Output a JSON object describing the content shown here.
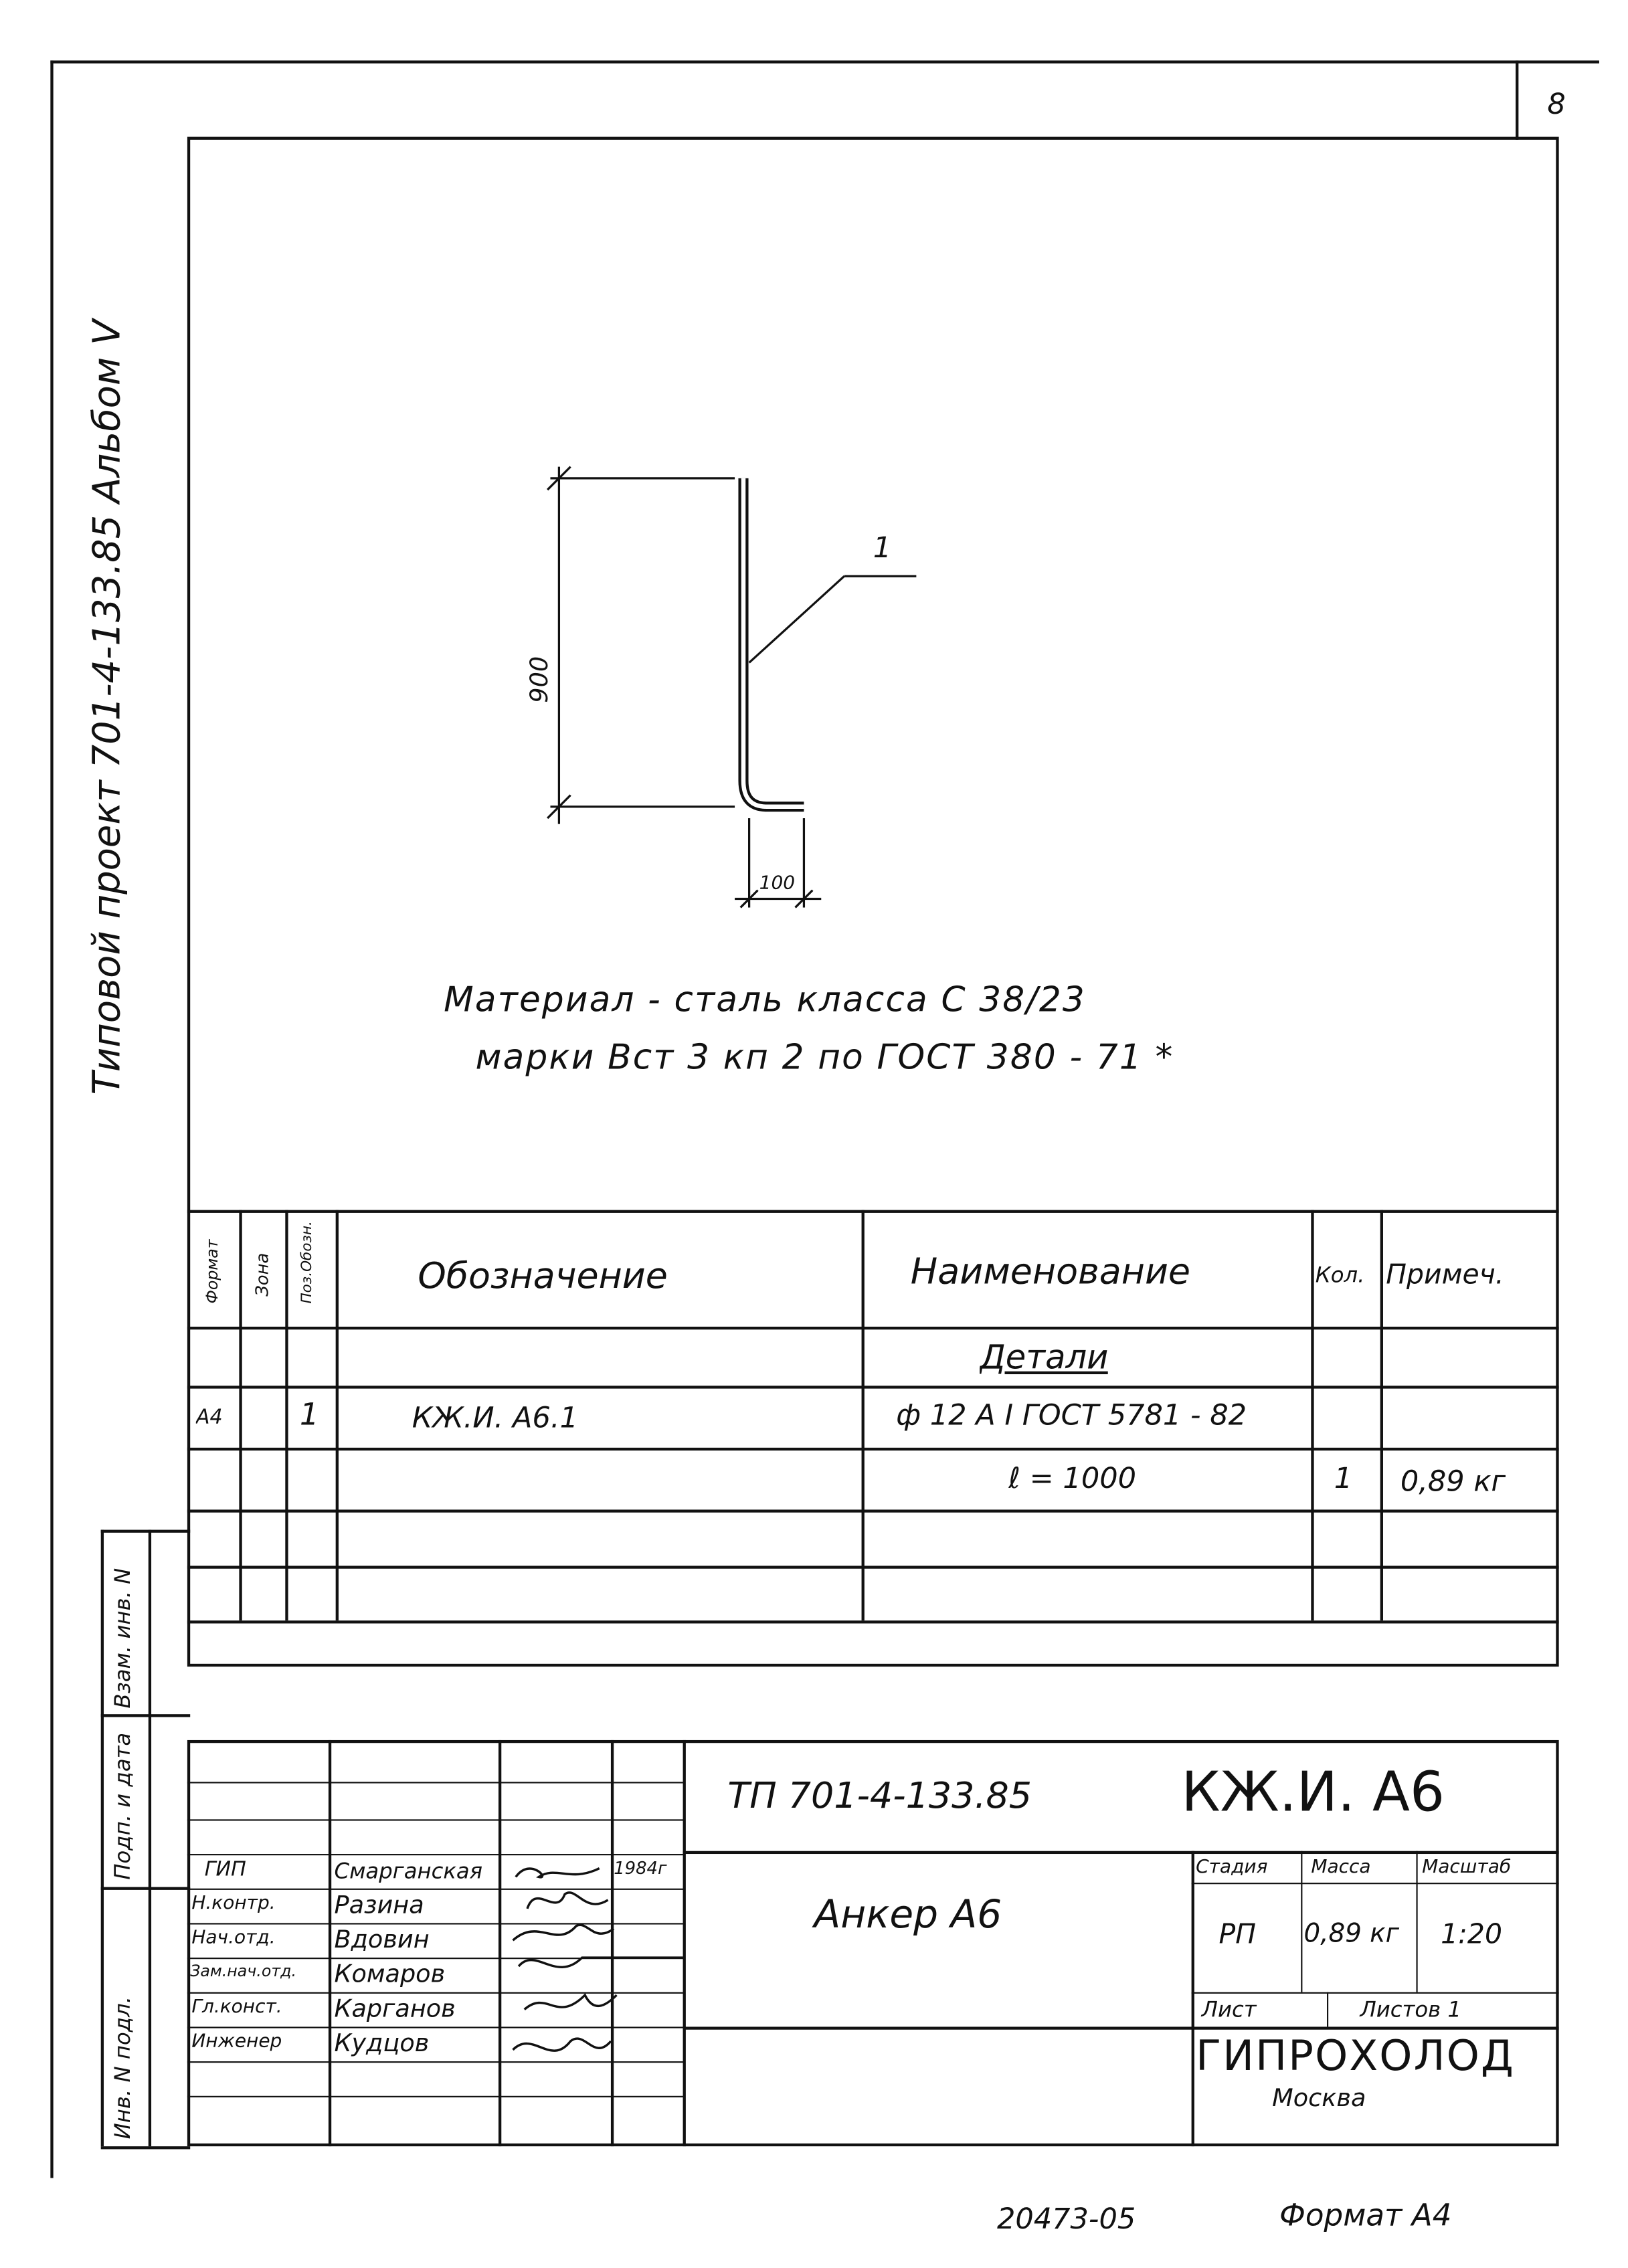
{
  "sheet_number": "8",
  "side_title": "Типовой  проект 701-4-133.85 Альбом  V",
  "drawing": {
    "part_label": "1",
    "dim_height": "900",
    "dim_leg": "100",
    "material_line1": "Материал - сталь  класса  С 38/23",
    "material_line2": "марки  Вст 3 кп 2   по ГОСТ 380 - 71 *"
  },
  "spec": {
    "headers": {
      "format": "Формат",
      "zone": "Зона",
      "pos": "Поз.Обозн.",
      "designation": "Обозначение",
      "name": "Наименование",
      "qty": "Кол.",
      "note": "Примеч."
    },
    "section_title": "Детали",
    "row1": {
      "format": "А4",
      "pos": "1",
      "designation": "КЖ.И.  А6.1",
      "name": "ф 12 А I ГОСТ 5781 - 82"
    },
    "row2": {
      "name": "ℓ = 1000",
      "qty": "1",
      "note": "0,89 кг"
    }
  },
  "left_strip": {
    "vzam": "Взам. инв. N",
    "podp": "Подп. и дата",
    "inv": "Инв. N подл."
  },
  "title_block": {
    "doc_code": "ТП 701-4-133.85",
    "mark": "КЖ.И. А6",
    "product_name": "Анкер А6",
    "stage_label": "Стадия",
    "mass_label": "Масса",
    "scale_label": "Масштаб",
    "stage": "РП",
    "mass": "0,89 кг",
    "scale": "1:20",
    "sheet_label": "Лист",
    "sheets_label": "Листов 1",
    "org": "ГИПРОХОЛОД",
    "city": "Москва",
    "signers": [
      {
        "role": "ГИП",
        "name": "Смарганская",
        "date": "1984г"
      },
      {
        "role": "Н.контр.",
        "name": "Разина",
        "date": ""
      },
      {
        "role": "Нач.отд.",
        "name": "Вдовин",
        "date": ""
      },
      {
        "role": "Зам.нач.отд.",
        "name": "Комаров",
        "date": ""
      },
      {
        "role": "Гл.конст.",
        "name": "Карганов",
        "date": ""
      },
      {
        "role": "Инженер",
        "name": "Кудцов",
        "date": ""
      }
    ]
  },
  "footer": {
    "inventory": "20473-05",
    "format": "Формат А4"
  }
}
